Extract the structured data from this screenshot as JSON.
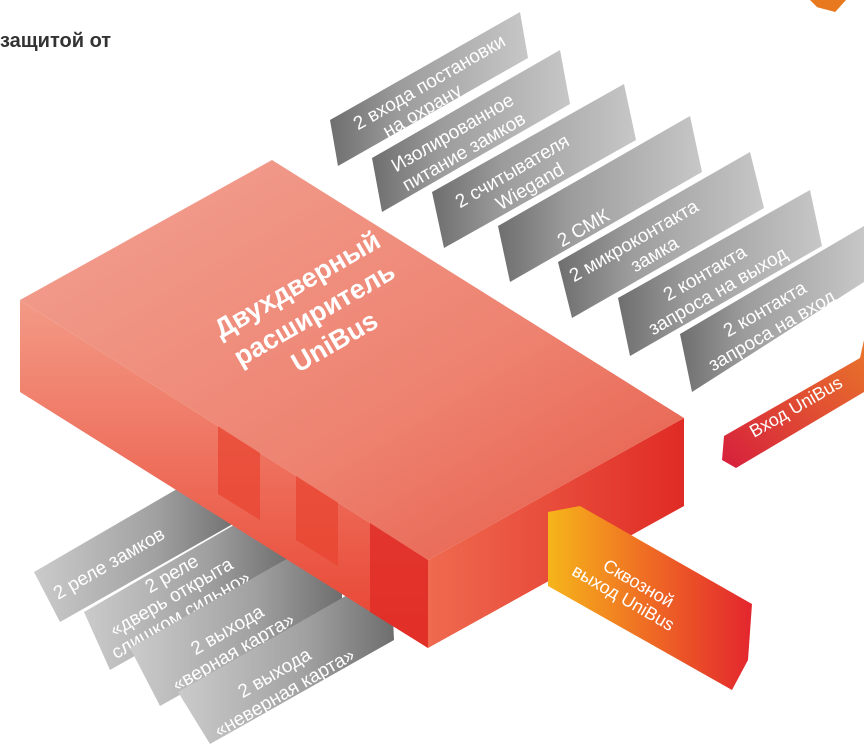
{
  "heading": "защитой от",
  "block": {
    "title_lines": [
      "Двухдверный",
      "расширитель",
      "UniBus"
    ]
  },
  "inputs_right": [
    {
      "lines": [
        "2 входа постановки",
        "на охрану"
      ]
    },
    {
      "lines": [
        "Изолированное",
        "питание замков"
      ]
    },
    {
      "lines": [
        "2 считывателя",
        "Wiegand"
      ]
    },
    {
      "lines": [
        "2 СМК"
      ]
    },
    {
      "lines": [
        "2 микроконтакта",
        "замка"
      ]
    },
    {
      "lines": [
        "2 контакта",
        "запроса на выход"
      ]
    },
    {
      "lines": [
        "2 контакта",
        "запроса на вход"
      ]
    }
  ],
  "outputs_left": [
    {
      "lines": [
        "2 реле замков"
      ]
    },
    {
      "lines": [
        "2 реле",
        "«дверь открыта",
        "слишком сильно»"
      ]
    },
    {
      "lines": [
        "2 выхода",
        "«верная карта»"
      ]
    },
    {
      "lines": [
        "2 выхода",
        "«неверная карта»"
      ]
    }
  ],
  "bus": {
    "input_label": [
      "Вход UniBus"
    ],
    "passthrough_label": [
      "Сквозной",
      "выход UniBus"
    ]
  },
  "colors": {
    "block_top": "#f08a78",
    "block_front": "#e03a2a",
    "callout_gray": "#a9a9a9",
    "callout_dark": "#6d6d6d",
    "bus_in": "#d42a3a",
    "bus_out_from": "#f6b51a",
    "bus_out_to": "#e3262e"
  }
}
